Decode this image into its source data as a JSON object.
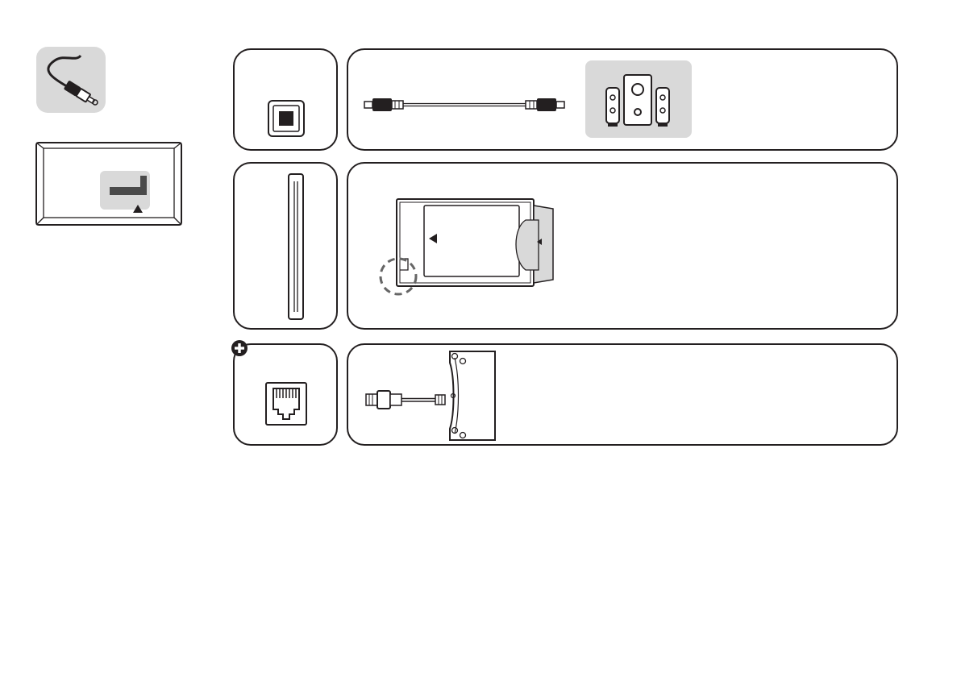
{
  "colors": {
    "stroke": "#231f20",
    "tile_grey": "#d9d9d9",
    "port_grey": "#4a4a4a",
    "background": "#ffffff"
  },
  "icons": {
    "connection_category": "cable-plug-icon",
    "tv_location": "tv-rear-panel-icon",
    "row_1_port": "optical-audio-port-icon",
    "row_1_device": "speaker-system-icon",
    "row_2_port": "ci-slot-icon",
    "row_2_device": "ci-module-card-icon",
    "row_3_badge": "plus-circle-icon",
    "row_3_port": "ethernet-port-icon",
    "row_3_device": "network-wall-socket-icon"
  },
  "rows": [
    {
      "id": "optical",
      "port": "optical-audio-port",
      "device": "optical-cable-to-speakers"
    },
    {
      "id": "ci",
      "port": "common-interface-slot",
      "device": "ci-cam-module"
    },
    {
      "id": "lan",
      "port": "rj45-lan-port",
      "device": "lan-cable-to-wall-socket",
      "badge": "plus"
    }
  ]
}
